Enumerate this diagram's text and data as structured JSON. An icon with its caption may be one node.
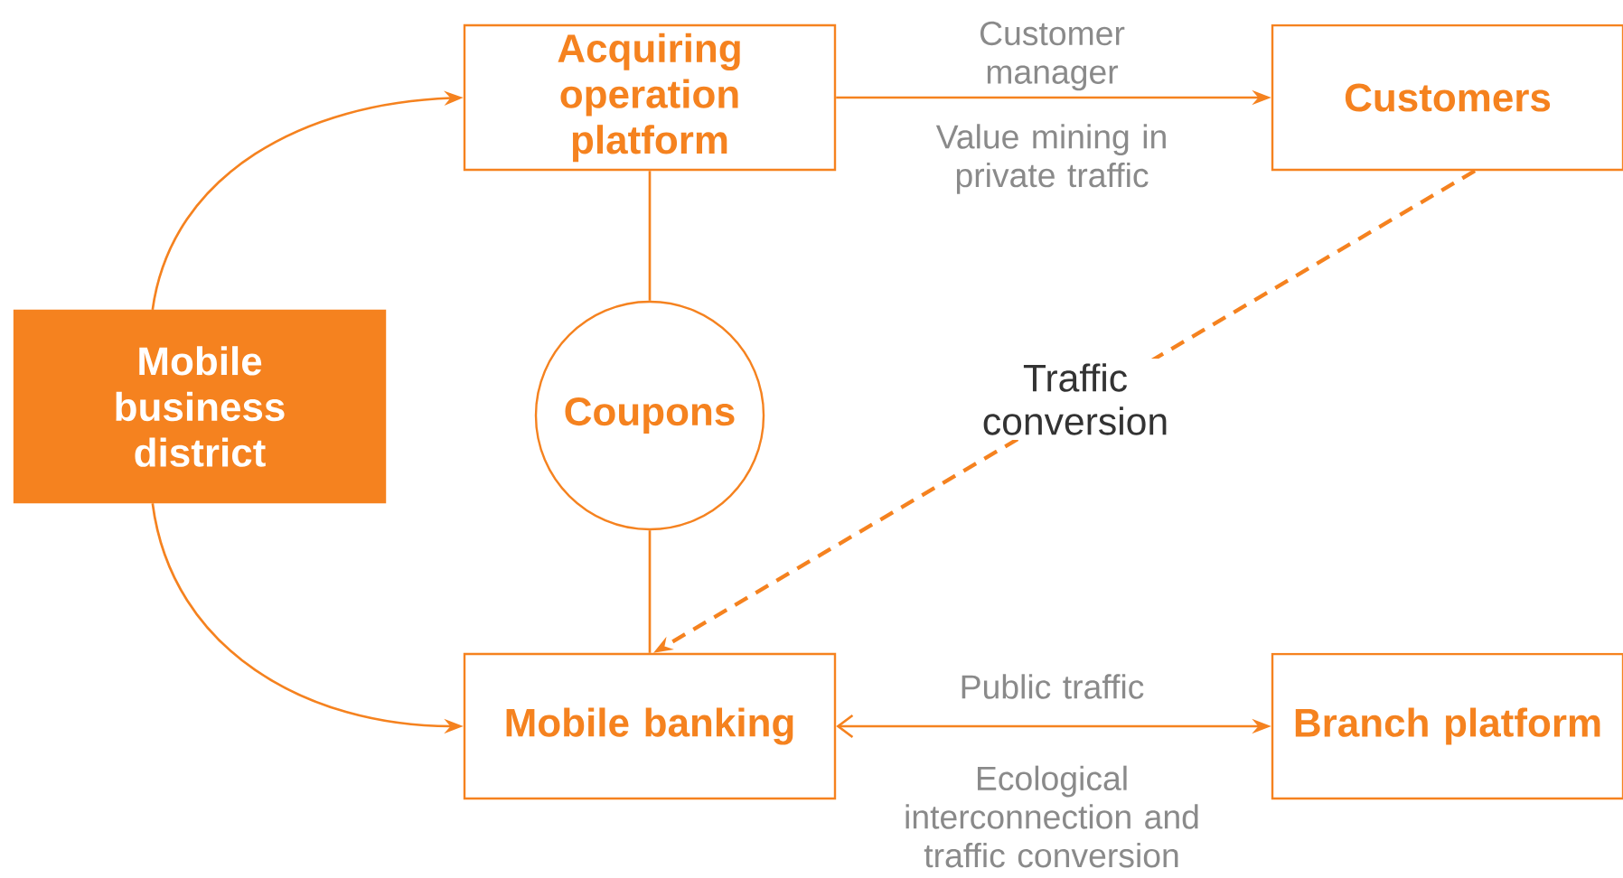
{
  "diagram": {
    "nodes": [
      {
        "text": [
          "Acquiring operation platform"
        ]
      },
      {
        "text": [
          "Customers"
        ]
      },
      {
        "text": [
          "Mobile business district"
        ]
      },
      {
        "text": [
          "Coupons"
        ]
      },
      {
        "text": [
          "Mobile banking"
        ]
      },
      {
        "text": [
          "Branch platform"
        ]
      }
    ],
    "edges": [
      {
        "from": 2,
        "to": 0,
        "arrow": "to"
      },
      {
        "from": 2,
        "to": 4,
        "arrow": "to"
      },
      {
        "from": 0,
        "to": 1,
        "arrow": "to",
        "label": "Customer manager"
      },
      {
        "from": 0,
        "to": 3,
        "arrow": "none"
      },
      {
        "from": 3,
        "to": 4,
        "arrow": "none"
      },
      {
        "from": 1,
        "to": 4,
        "arrow": "to",
        "style": "dashed",
        "label": "Traffic conversion"
      },
      {
        "from": 4,
        "to": 5,
        "arrow": "both",
        "label": "Public traffic"
      }
    ],
    "labels": [
      "Value mining in private traffic",
      "Ecological interconnection and traffic conversion"
    ]
  }
}
